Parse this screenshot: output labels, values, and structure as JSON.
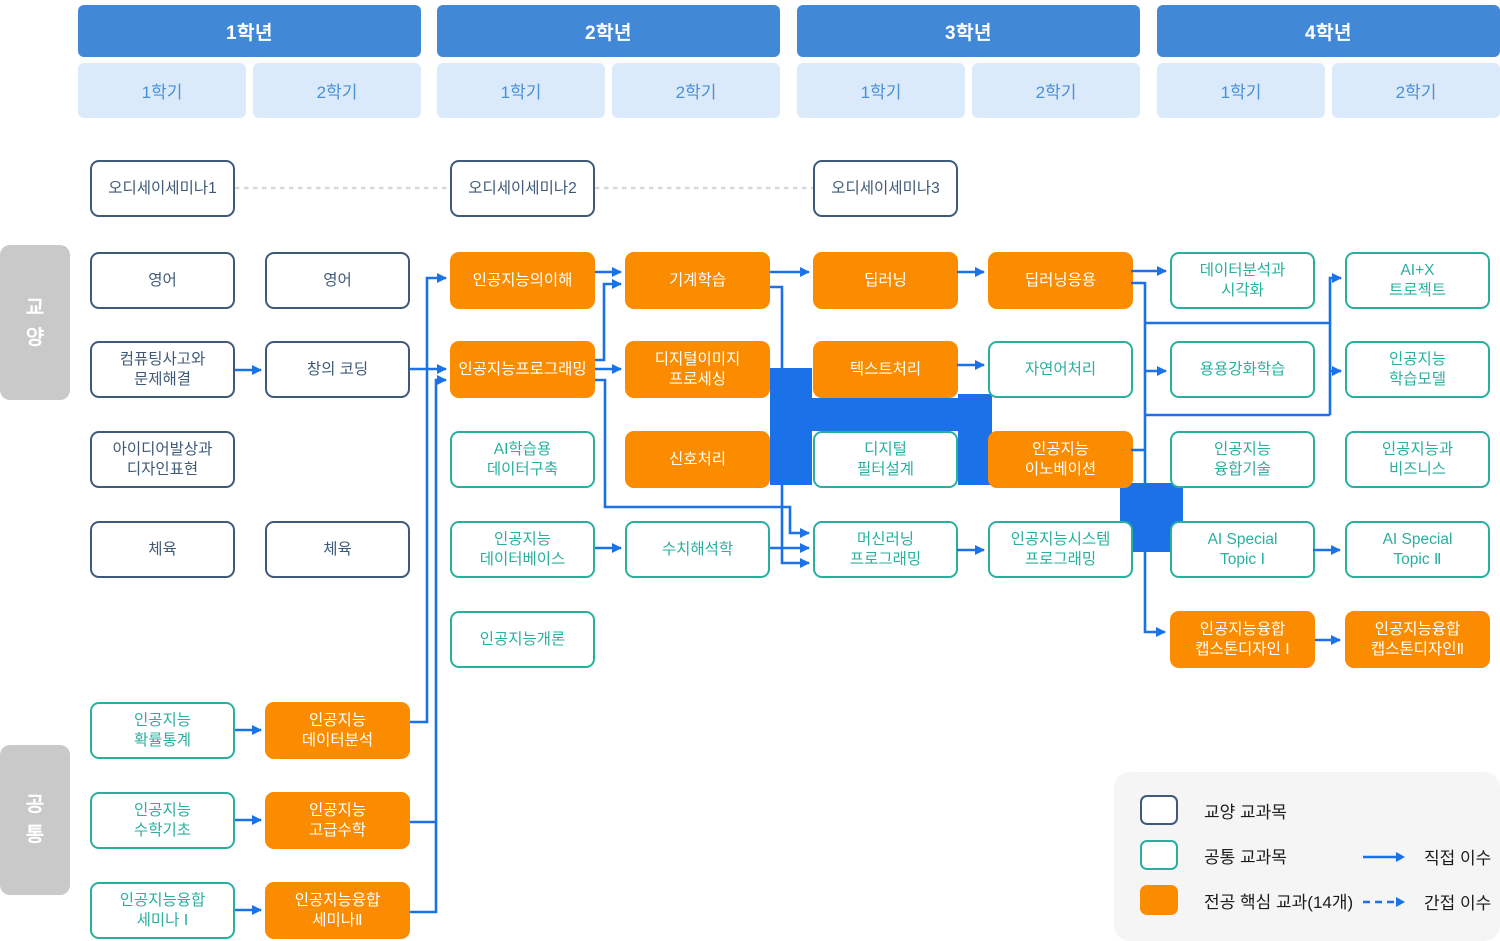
{
  "colors": {
    "year_bar": "#4189d6",
    "semester_cell_bg": "#dbeafa",
    "semester_cell_text": "#4a90d8",
    "gen_outline": "#3e5a78",
    "common_outline": "#2aaf9f",
    "major_fill": "#fb8c00",
    "arrow_blue": "#1b72e8",
    "indirect_dash_gray": "#d8d8d8",
    "section_label_bg": "#c9c9c9",
    "legend_bg": "#f5f5f6"
  },
  "years": [
    {
      "label": "1학년",
      "semesters": [
        "1학기",
        "2학기"
      ]
    },
    {
      "label": "2학년",
      "semesters": [
        "1학기",
        "2학기"
      ]
    },
    {
      "label": "3학년",
      "semesters": [
        "1학기",
        "2학기"
      ]
    },
    {
      "label": "4학년",
      "semesters": [
        "1학기",
        "2학기"
      ]
    }
  ],
  "sections": [
    {
      "id": "gen",
      "label": "교양"
    },
    {
      "id": "common",
      "label": "공통"
    }
  ],
  "courses": [
    {
      "id": "odyssey1",
      "label": "오디세이세미나1",
      "col": 1,
      "row": "ody",
      "type": "gen"
    },
    {
      "id": "odyssey2",
      "label": "오디세이세미나2",
      "col": 3,
      "row": "ody",
      "type": "gen"
    },
    {
      "id": "odyssey3",
      "label": "오디세이세미나3",
      "col": 5,
      "row": "ody",
      "type": "gen"
    },
    {
      "id": "eng1",
      "label": "영어",
      "col": 1,
      "row": "r1",
      "type": "gen"
    },
    {
      "id": "eng2",
      "label": "영어",
      "col": 2,
      "row": "r1",
      "type": "gen"
    },
    {
      "id": "comp_thinking",
      "label": "컴퓨팅사고와\n문제해결",
      "col": 1,
      "row": "r2",
      "type": "gen"
    },
    {
      "id": "creative_coding",
      "label": "창의 코딩",
      "col": 2,
      "row": "r2",
      "type": "gen"
    },
    {
      "id": "idea_design",
      "label": "아이디어발상과\n디자인표현",
      "col": 1,
      "row": "r3",
      "type": "gen"
    },
    {
      "id": "pe1",
      "label": "체육",
      "col": 1,
      "row": "r4",
      "type": "gen"
    },
    {
      "id": "pe2",
      "label": "체육",
      "col": 2,
      "row": "r4",
      "type": "gen"
    },
    {
      "id": "ai_understanding",
      "label": "인공지능의이해",
      "col": 3,
      "row": "r1",
      "type": "major"
    },
    {
      "id": "ai_programming",
      "label": "인공지능프로그래밍",
      "col": 3,
      "row": "r2",
      "type": "major"
    },
    {
      "id": "ai_data_building",
      "label": "AI학습용\n데이터구축",
      "col": 3,
      "row": "r3",
      "type": "common"
    },
    {
      "id": "ai_database",
      "label": "인공지능\n데이터베이스",
      "col": 3,
      "row": "r4",
      "type": "common"
    },
    {
      "id": "ai_intro",
      "label": "인공지능개론",
      "col": 3,
      "row": "r5",
      "type": "common"
    },
    {
      "id": "machine_learning",
      "label": "기계학습",
      "col": 4,
      "row": "r1",
      "type": "major"
    },
    {
      "id": "digital_image",
      "label": "디지털이미지\n프로세싱",
      "col": 4,
      "row": "r2",
      "type": "major"
    },
    {
      "id": "signal_processing",
      "label": "신호처리",
      "col": 4,
      "row": "r3",
      "type": "major"
    },
    {
      "id": "numerical_analysis",
      "label": "수치해석학",
      "col": 4,
      "row": "r4",
      "type": "common"
    },
    {
      "id": "deep_learning",
      "label": "딥러닝",
      "col": 5,
      "row": "r1",
      "type": "major"
    },
    {
      "id": "text_processing",
      "label": "텍스트처리",
      "col": 5,
      "row": "r2",
      "type": "major"
    },
    {
      "id": "digital_filter",
      "label": "디지털\n필터설계",
      "col": 5,
      "row": "r3",
      "type": "common"
    },
    {
      "id": "ml_programming",
      "label": "머신러닝\n프로그래밍",
      "col": 5,
      "row": "r4",
      "type": "common"
    },
    {
      "id": "dl_application",
      "label": "딥러닝응용",
      "col": 6,
      "row": "r1",
      "type": "major"
    },
    {
      "id": "nlp",
      "label": "자연어처리",
      "col": 6,
      "row": "r2",
      "type": "common"
    },
    {
      "id": "ai_innovation",
      "label": "인공지능\n이노베이션",
      "col": 6,
      "row": "r3",
      "type": "major"
    },
    {
      "id": "ai_system_programming",
      "label": "인공지능시스템\n프로그래밍",
      "col": 6,
      "row": "r4",
      "type": "common"
    },
    {
      "id": "data_viz",
      "label": "데이터분석과\n시각화",
      "col": 7,
      "row": "r1",
      "type": "common"
    },
    {
      "id": "applied_rl",
      "label": "용용강화학습",
      "col": 7,
      "row": "r2",
      "type": "common"
    },
    {
      "id": "ai_fusion_tech",
      "label": "인공지능\n융합기술",
      "col": 7,
      "row": "r3",
      "type": "common"
    },
    {
      "id": "ai_special1",
      "label": "AI Special\nTopic Ⅰ",
      "col": 7,
      "row": "r4",
      "type": "common"
    },
    {
      "id": "capstone1",
      "label": "인공지능융합\n캡스톤디자인 Ⅰ",
      "col": 7,
      "row": "r5",
      "type": "major"
    },
    {
      "id": "aix_project",
      "label": "AI+X\n트로젝트",
      "col": 8,
      "row": "r1",
      "type": "common"
    },
    {
      "id": "ai_learning_model",
      "label": "인공지능\n학습모델",
      "col": 8,
      "row": "r2",
      "type": "common"
    },
    {
      "id": "ai_business",
      "label": "인공지능과\n비즈니스",
      "col": 8,
      "row": "r3",
      "type": "common"
    },
    {
      "id": "ai_special2",
      "label": "AI Special\nTopic Ⅱ",
      "col": 8,
      "row": "r4",
      "type": "common"
    },
    {
      "id": "capstone2",
      "label": "인공지능융합\n캡스톤디자인Ⅱ",
      "col": 8,
      "row": "r5",
      "type": "major"
    },
    {
      "id": "prob_stat",
      "label": "인공지능\n확률통계",
      "col": 1,
      "row": "g1",
      "type": "common"
    },
    {
      "id": "ai_data_analysis",
      "label": "인공지능\n데이터분석",
      "col": 2,
      "row": "g1",
      "type": "major"
    },
    {
      "id": "math_basic",
      "label": "인공지능\n수학기초",
      "col": 1,
      "row": "g2",
      "type": "common"
    },
    {
      "id": "advanced_math",
      "label": "인공지능\n고급수학",
      "col": 2,
      "row": "g2",
      "type": "major"
    },
    {
      "id": "seminar1",
      "label": "인공지능융합\n세미나 Ⅰ",
      "col": 1,
      "row": "g3",
      "type": "common"
    },
    {
      "id": "seminar2",
      "label": "인공지능융합\n세미나Ⅱ",
      "col": 2,
      "row": "g3",
      "type": "major"
    }
  ],
  "edges": [
    {
      "from": "오디세이세미나1",
      "to": "오디세이세미나2",
      "style": "indirect"
    },
    {
      "from": "오디세이세미나2",
      "to": "오디세이세미나3",
      "style": "indirect"
    },
    {
      "from": "컴퓨팅사고와 문제해결",
      "to": "창의 코딩",
      "style": "direct"
    },
    {
      "from": "창의 코딩",
      "to": "인공지능프로그래밍",
      "style": "direct"
    },
    {
      "from": "인공지능 데이터분석",
      "to": "인공지능의이해",
      "style": "direct"
    },
    {
      "from": "인공지능 고급수학",
      "to": "인공지능프로그래밍",
      "style": "direct"
    },
    {
      "from": "인공지능융합 세미나Ⅱ",
      "to": "인공지능프로그래밍",
      "style": "direct"
    },
    {
      "from": "인공지능의이해",
      "to": "기계학습",
      "style": "direct"
    },
    {
      "from": "인공지능프로그래밍",
      "to": "기계학습",
      "style": "direct"
    },
    {
      "from": "인공지능프로그래밍",
      "to": "디지털이미지 프로세싱",
      "style": "direct"
    },
    {
      "from": "인공지능프로그래밍",
      "to": "머신러닝 프로그래밍",
      "style": "direct"
    },
    {
      "from": "기계학습",
      "to": "딥러닝",
      "style": "direct"
    },
    {
      "from": "기계학습",
      "to": "머신러닝 프로그래밍",
      "style": "direct"
    },
    {
      "from": "인공지능 데이터베이스",
      "to": "수치해석학",
      "style": "direct"
    },
    {
      "from": "수치해석학",
      "to": "머신러닝 프로그래밍",
      "style": "direct"
    },
    {
      "from": "딥러닝",
      "to": "딥러닝응용",
      "style": "direct"
    },
    {
      "from": "텍스트처리",
      "to": "자연어처리",
      "style": "direct"
    },
    {
      "from": "머신러닝 프로그래밍",
      "to": "인공지능시스템 프로그래밍",
      "style": "direct"
    },
    {
      "from": "딥러닝응용",
      "to": "데이터분석과 시각화",
      "style": "direct"
    },
    {
      "from": "딥러닝응용",
      "to": "용용강화학습",
      "style": "direct"
    },
    {
      "from": "딥러닝응용",
      "to": "AI+X 트로젝트",
      "style": "direct"
    },
    {
      "from": "인공지능 이노베이션",
      "to": "인공지능 학습모델",
      "style": "direct"
    },
    {
      "from": "인공지능 이노베이션",
      "to": "인공지능융합 캡스톤디자인 Ⅰ",
      "style": "direct"
    },
    {
      "from": "AI Special Topic Ⅰ",
      "to": "AI Special Topic Ⅱ",
      "style": "direct"
    },
    {
      "from": "인공지능융합 캡스톤디자인 Ⅰ",
      "to": "인공지능융합 캡스톤디자인Ⅱ",
      "style": "direct"
    },
    {
      "from": "인공지능 확률통계",
      "to": "인공지능 데이터분석",
      "style": "direct"
    },
    {
      "from": "인공지능 수학기초",
      "to": "인공지능 고급수학",
      "style": "direct"
    },
    {
      "from": "인공지능융합 세미나 Ⅰ",
      "to": "인공지능융합 세미나Ⅱ",
      "style": "direct"
    }
  ],
  "legend": {
    "items": [
      {
        "type": "gen",
        "label": "교양 교과목"
      },
      {
        "type": "common",
        "label": "공통 교과목"
      },
      {
        "type": "major",
        "label": "전공 핵심 교과(14개)"
      }
    ],
    "arrows": [
      {
        "style": "direct",
        "label": "직접 이수"
      },
      {
        "style": "indirect",
        "label": "간접 이수"
      }
    ]
  }
}
